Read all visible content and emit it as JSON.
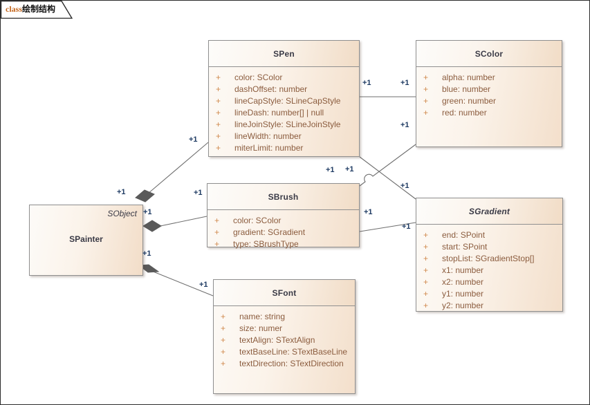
{
  "diagram": {
    "tab": {
      "keyword": "class",
      "name": "绘制结构"
    },
    "title": "class绘制结构",
    "colors": {
      "class_border": "#8f8f8f",
      "class_fill_light": "#fdfaf6",
      "class_fill_dark": "#f3dfcb",
      "title_text": "#3a3a46",
      "attribute_text": "#8b5c3e",
      "visibility_text": "#d08a4e",
      "multiplicity_text": "#1f3b63",
      "connector_line": "#6e6e6e",
      "diamond_fill": "#5a5a5a",
      "tab_keyword": "#c4651b",
      "canvas_border": "#2b2b2b"
    }
  },
  "classes": [
    {
      "id": "spainter",
      "name": "SPainter",
      "parent": "SObject",
      "abstract": false,
      "attributes": []
    },
    {
      "id": "spen",
      "name": "SPen",
      "abstract": false,
      "attributes": [
        {
          "visibility": "+",
          "text": "color: SColor"
        },
        {
          "visibility": "+",
          "text": "dashOffset: number"
        },
        {
          "visibility": "+",
          "text": "lineCapStyle: SLineCapStyle"
        },
        {
          "visibility": "+",
          "text": "lineDash: number[] | null"
        },
        {
          "visibility": "+",
          "text": "lineJoinStyle: SLineJoinStyle"
        },
        {
          "visibility": "+",
          "text": "lineWidth: number"
        },
        {
          "visibility": "+",
          "text": "miterLimit: number"
        }
      ]
    },
    {
      "id": "scolor",
      "name": "SColor",
      "abstract": false,
      "attributes": [
        {
          "visibility": "+",
          "text": "alpha: number"
        },
        {
          "visibility": "+",
          "text": "blue: number"
        },
        {
          "visibility": "+",
          "text": "green: number"
        },
        {
          "visibility": "+",
          "text": "red: number"
        }
      ]
    },
    {
      "id": "sbrush",
      "name": "SBrush",
      "abstract": false,
      "attributes": [
        {
          "visibility": "+",
          "text": "color: SColor"
        },
        {
          "visibility": "+",
          "text": "gradient: SGradient"
        },
        {
          "visibility": "+",
          "text": "type: SBrushType"
        }
      ]
    },
    {
      "id": "sgradient",
      "name": "SGradient",
      "abstract": true,
      "attributes": [
        {
          "visibility": "+",
          "text": "end: SPoint"
        },
        {
          "visibility": "+",
          "text": "start: SPoint"
        },
        {
          "visibility": "+",
          "text": "stopList: SGradientStop[]"
        },
        {
          "visibility": "+",
          "text": "x1: number"
        },
        {
          "visibility": "+",
          "text": "x2: number"
        },
        {
          "visibility": "+",
          "text": "y1: number"
        },
        {
          "visibility": "+",
          "text": "y2: number"
        }
      ]
    },
    {
      "id": "sfont",
      "name": "SFont",
      "abstract": false,
      "attributes": [
        {
          "visibility": "+",
          "text": "name: string"
        },
        {
          "visibility": "+",
          "text": "size: numer"
        },
        {
          "visibility": "+",
          "text": "textAlign: STextAlign"
        },
        {
          "visibility": "+",
          "text": "textBaseLine: STextBaseLine"
        },
        {
          "visibility": "+",
          "text": "textDirection: STextDirection"
        }
      ]
    }
  ],
  "relationships": [
    {
      "id": "r1",
      "from": "SPainter",
      "to": "SPen",
      "type": "composition",
      "from_mult": "+1",
      "to_mult": "+1"
    },
    {
      "id": "r2",
      "from": "SPainter",
      "to": "SBrush",
      "type": "composition",
      "from_mult": "+1",
      "to_mult": "+1"
    },
    {
      "id": "r3",
      "from": "SPainter",
      "to": "SFont",
      "type": "composition",
      "from_mult": "+1",
      "to_mult": "+1"
    },
    {
      "id": "r4",
      "from": "SPen",
      "to": "SColor",
      "type": "association",
      "from_mult": "+1",
      "to_mult": "+1"
    },
    {
      "id": "r5",
      "from": "SBrush",
      "to": "SColor",
      "type": "association",
      "from_mult": "+1",
      "to_mult": "+1"
    },
    {
      "id": "r6",
      "from": "SPen",
      "to": "SGradient",
      "type": "association",
      "from_mult": "+1",
      "to_mult": "+1"
    },
    {
      "id": "r7",
      "from": "SBrush",
      "to": "SGradient",
      "type": "association",
      "from_mult": "+1",
      "to_mult": "+1"
    }
  ],
  "multiplicity_labels": [
    {
      "id": "m-spen-spainter",
      "value": "+1"
    },
    {
      "id": "m-spen-left",
      "value": "+1"
    },
    {
      "id": "m-spen-scolor",
      "value": "+1"
    },
    {
      "id": "m-scolor-spen",
      "value": "+1"
    },
    {
      "id": "m-scolor-sbrush",
      "value": "+1"
    },
    {
      "id": "m-sbrush-spainter",
      "value": "+1"
    },
    {
      "id": "m-sbrush-scolor",
      "value": "+1"
    },
    {
      "id": "m-sbrush-sgrad",
      "value": "+1"
    },
    {
      "id": "m-sgrad-spen",
      "value": "+1"
    },
    {
      "id": "m-sgrad-sbrush",
      "value": "+1"
    },
    {
      "id": "m-spainter-spen",
      "value": "+1"
    },
    {
      "id": "m-spainter-sbrush",
      "value": "+1"
    },
    {
      "id": "m-spainter-sfont",
      "value": "+1"
    },
    {
      "id": "m-sfont-spainter",
      "value": "+1"
    }
  ]
}
